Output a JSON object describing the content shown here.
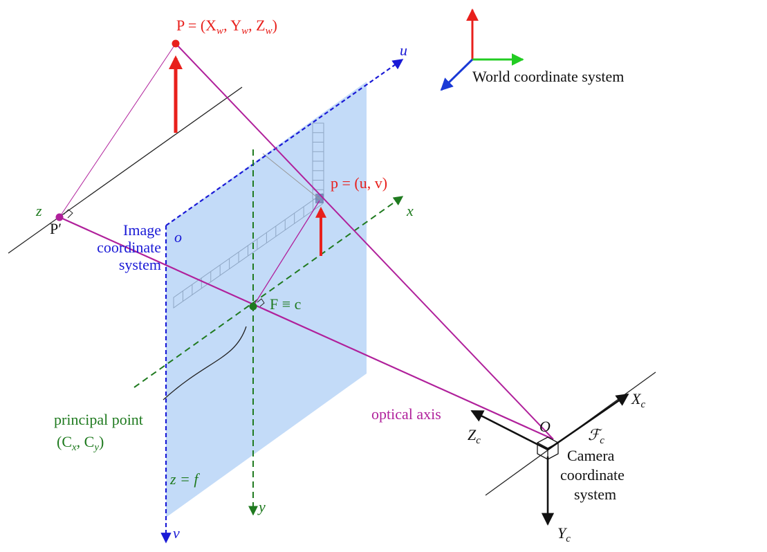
{
  "labels": {
    "world_point": "P = (X",
    "world_point_sub_w1": "w",
    "world_point_y": ", Y",
    "world_point_sub_w2": "w",
    "world_point_z": ", Z",
    "world_point_sub_w3": "w",
    "world_point_close": ")",
    "world_cs": "World coordinate system",
    "image_point": "p = (u, v)",
    "axis_u": "u",
    "axis_v": "v",
    "axis_x": "x",
    "axis_y": "y",
    "axis_z": "z",
    "p_prime": "P′",
    "image_cs_1": "Image",
    "image_cs_2": "coordinate",
    "image_cs_3": "system",
    "origin_o": "o",
    "focal_point": "F ≡ c",
    "principal_point_1": "principal point",
    "principal_point_2": "(C",
    "principal_point_sub_x": "x",
    "principal_point_mid": ", C",
    "principal_point_sub_y": "y",
    "principal_point_close": ")",
    "z_eq_f": "z = f",
    "optical_axis": "optical axis",
    "cam_O": "O",
    "cam_Fc": "ℱ",
    "cam_Fc_sub": "c",
    "cam_cs_1": "Camera",
    "cam_cs_2": "coordinate",
    "cam_cs_3": "system",
    "Xc": "X",
    "Xc_sub": "c",
    "Yc": "Y",
    "Yc_sub": "c",
    "Zc": "Z",
    "Zc_sub": "c"
  },
  "colors": {
    "red": "#e8201c",
    "blue": "#1a1ad6",
    "green": "#1f7a1f",
    "magenta": "#b0209b",
    "plane": "#bcd7f7",
    "world_x": "#22cc22",
    "world_y": "#e8201c",
    "world_z": "#1a3ad6"
  }
}
